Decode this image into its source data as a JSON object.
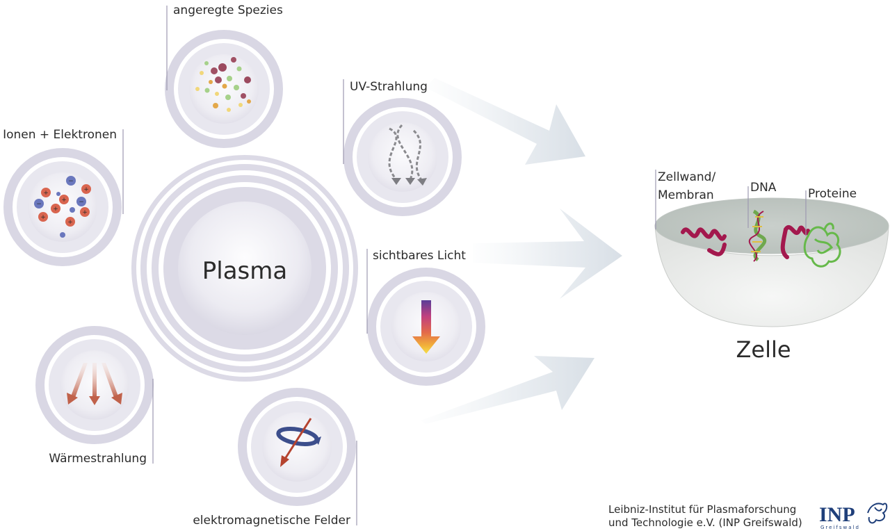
{
  "center": {
    "label": "Plasma"
  },
  "sources": {
    "excited_species": {
      "label": "angeregte Spezies"
    },
    "ions_electrons": {
      "label": "Ionen + Elektronen"
    },
    "uv_radiation": {
      "label": "UV-Strahlung"
    },
    "visible_light": {
      "label": "sichtbares Licht"
    },
    "heat_radiation": {
      "label": "Wärmestrahlung"
    },
    "em_fields": {
      "label": "elektromagnetische Felder"
    }
  },
  "cell": {
    "title": "Zelle",
    "components": {
      "membrane": {
        "line1": "Zellwand/",
        "line2": "Membran"
      },
      "dna": {
        "label": "DNA"
      },
      "proteins": {
        "label": "Proteine"
      }
    }
  },
  "credit": {
    "line1": "Leibniz-Institut für Plasmaforschung",
    "line2": "und Technologie e.V. (INP Greifswald)"
  },
  "logo": {
    "text": "INP",
    "subtext": "Greifswald",
    "icon": "griffin-icon"
  },
  "ion_symbols": {
    "positive": "+",
    "negative": "−"
  },
  "colors": {
    "ring": "#d9d7e4",
    "ring_inner": "#e8e7ef",
    "positive_ion": "#d9654f",
    "negative_ion": "#6a77bd",
    "protein_red": "#a3184d",
    "protein_green": "#66b94a",
    "logo_blue": "#1f3f7a"
  }
}
